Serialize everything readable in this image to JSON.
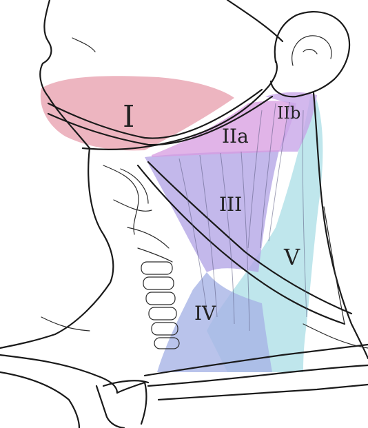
{
  "levels": {
    "I": "I",
    "IIa": "IIa",
    "IIb": "IIb",
    "III": "III",
    "IV": "IV",
    "V": "V"
  },
  "colors": {
    "level_I": "#e8a3b0",
    "level_IIa": "#d79be0",
    "level_IIb": "#c8a6e8",
    "level_III": "#b4a6e6",
    "level_IV": "#a8b4e6",
    "level_V": "#a9dde6"
  }
}
